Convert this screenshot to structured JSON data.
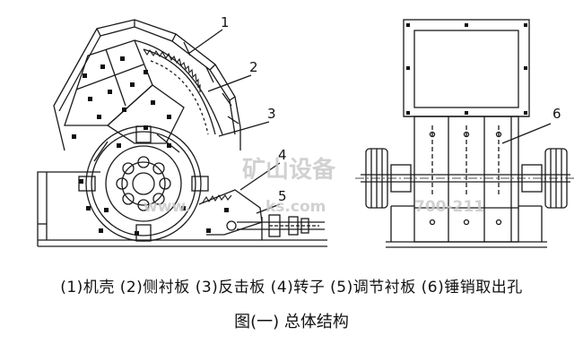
{
  "callouts": [
    "1",
    "2",
    "3",
    "4",
    "5",
    "6"
  ],
  "legend_items": [
    "(1)机壳",
    "(2)侧衬板",
    "(3)反击板",
    "(4)转子",
    "(5)调节衬板",
    "(6)锤销取出孔"
  ],
  "legend_text": "(1)机壳 (2)侧衬板 (3)反击板 (4)转子 (5)调节衬板 (6)锤销取出孔",
  "figure_title": "图(一)  总体结构",
  "watermark": {
    "line1": "矿山设备",
    "line2_left": "www.",
    "line2_mid": "ks.com",
    "line2_right": "700-211"
  }
}
